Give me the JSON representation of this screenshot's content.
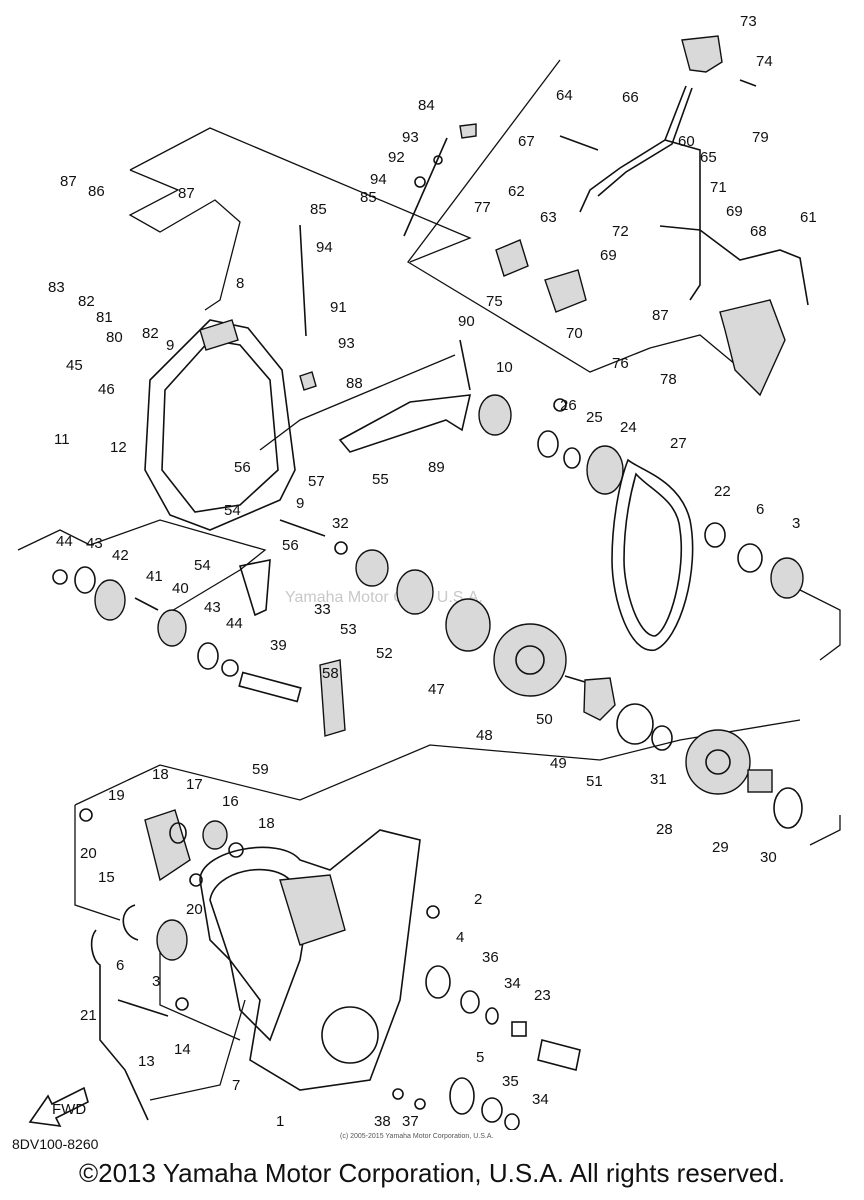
{
  "watermark": "Yamaha Motor Corp, U.S.A.",
  "catalog_code": "8DV100-8260",
  "small_copyright": "(c) 2005-2015 Yamaha Motor Corporation, U.S.A.",
  "copyright": "©2013 Yamaha Motor Corporation, U.S.A. All rights reserved.",
  "fwd_label": "FWD",
  "callouts": [
    "73",
    "74",
    "64",
    "66",
    "60",
    "65",
    "79",
    "67",
    "71",
    "69",
    "68",
    "61",
    "62",
    "63",
    "72",
    "77",
    "69",
    "75",
    "70",
    "87",
    "76",
    "78",
    "84",
    "93",
    "92",
    "94",
    "85",
    "87",
    "86",
    "87",
    "85",
    "94",
    "83",
    "82",
    "81",
    "80",
    "82",
    "8",
    "91",
    "93",
    "88",
    "90",
    "10",
    "45",
    "46",
    "9",
    "11",
    "12",
    "56",
    "54",
    "9",
    "57",
    "55",
    "89",
    "26",
    "25",
    "24",
    "27",
    "22",
    "6",
    "3",
    "44",
    "43",
    "42",
    "41",
    "40",
    "54",
    "56",
    "32",
    "33",
    "53",
    "52",
    "47",
    "48",
    "50",
    "49",
    "51",
    "31",
    "28",
    "29",
    "30",
    "43",
    "44",
    "39",
    "58",
    "59",
    "18",
    "17",
    "16",
    "18",
    "19",
    "20",
    "15",
    "20",
    "2",
    "4",
    "36",
    "34",
    "23",
    "6",
    "3",
    "21",
    "13",
    "14",
    "7",
    "1",
    "38",
    "37",
    "5",
    "35",
    "34"
  ]
}
